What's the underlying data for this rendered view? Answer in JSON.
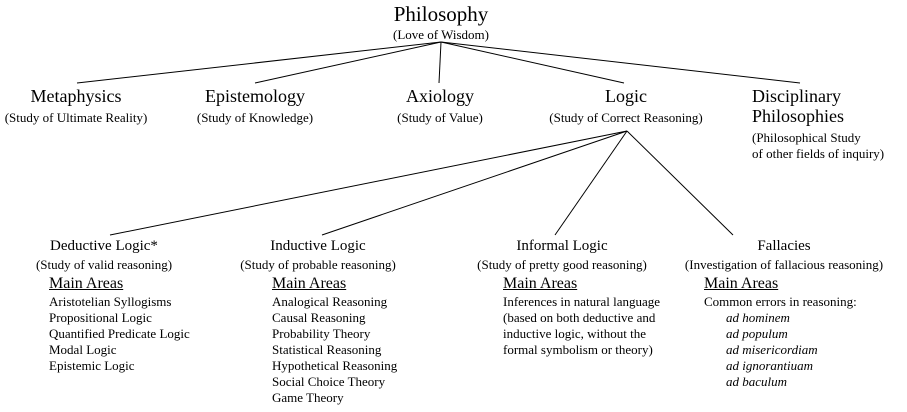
{
  "root": {
    "title": "Philosophy",
    "subtitle": "(Love of Wisdom)"
  },
  "branches": [
    {
      "title": "Metaphysics",
      "subtitle": "(Study of Ultimate Reality)"
    },
    {
      "title": "Epistemology",
      "subtitle": "(Study of Knowledge)"
    },
    {
      "title": "Axiology",
      "subtitle": "(Study of Value)"
    },
    {
      "title": "Logic",
      "subtitle": "(Study of Correct Reasoning)"
    },
    {
      "title_lines": [
        "Disciplinary",
        "Philosophies"
      ],
      "subtitle_lines": [
        "(Philosophical Study",
        "of other fields of inquiry)"
      ]
    }
  ],
  "logic_children": [
    {
      "title": "Deductive Logic*",
      "subtitle": "(Study of valid reasoning)",
      "areas_heading": "Main Areas",
      "items": [
        "Aristotelian Syllogisms",
        "Propositional Logic",
        "Quantified Predicate Logic",
        "Modal Logic",
        "Epistemic Logic"
      ]
    },
    {
      "title": "Inductive Logic",
      "subtitle": "(Study of probable reasoning)",
      "areas_heading": "Main Areas",
      "items": [
        "Analogical Reasoning",
        "Causal Reasoning",
        "Probability Theory",
        "Statistical Reasoning",
        "Hypothetical Reasoning",
        "Social Choice Theory",
        "Game Theory"
      ]
    },
    {
      "title": "Informal Logic",
      "subtitle": "(Study of pretty good reasoning)",
      "areas_heading": "Main Areas",
      "items": [
        "Inferences in natural language",
        "(based on both deductive and",
        "inductive logic, without the",
        "formal symbolism or theory)"
      ]
    },
    {
      "title": "Fallacies",
      "subtitle": "(Investigation of fallacious reasoning)",
      "areas_heading": "Main Areas",
      "intro": "Common errors in reasoning:",
      "items": [
        "ad hominem",
        "ad populum",
        "ad misericordiam",
        "ad ignorantiuam",
        "ad baculum"
      ]
    }
  ]
}
